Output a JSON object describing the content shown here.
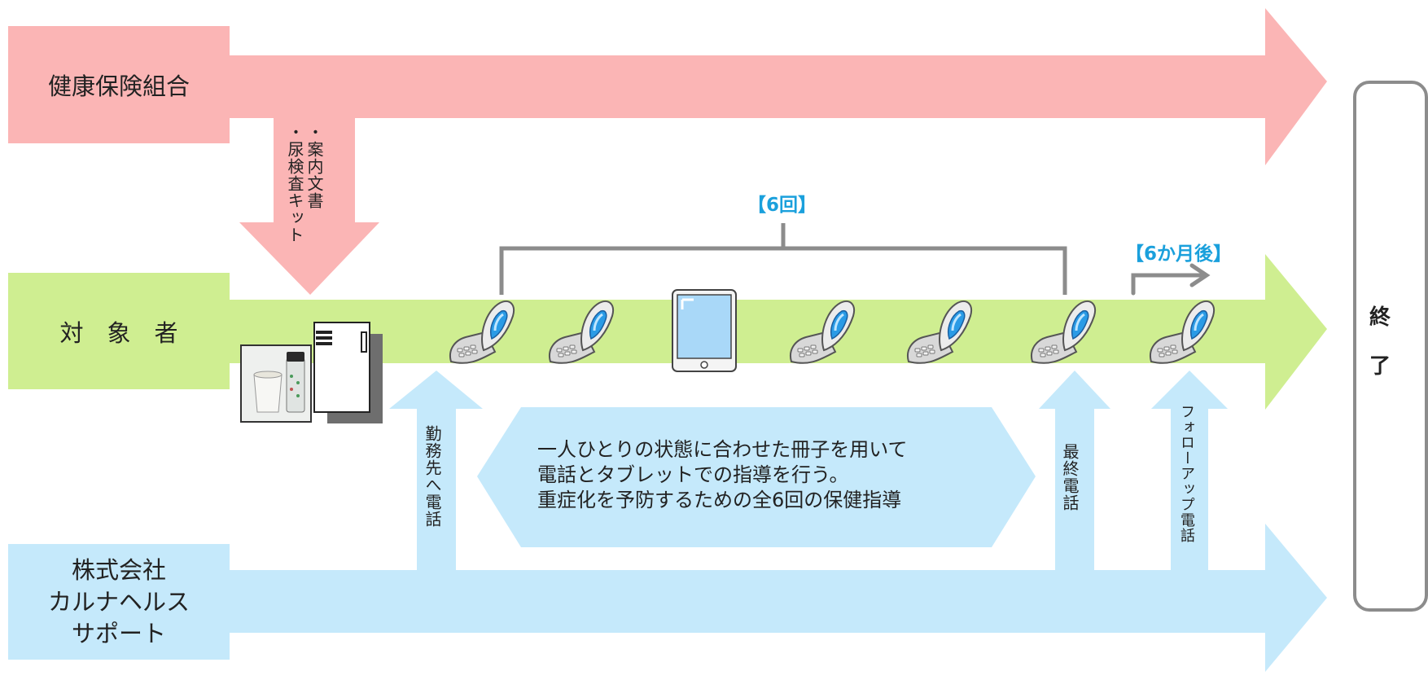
{
  "lanes": {
    "insurer": "健康保険組合",
    "subject": "対　象　者",
    "provider_line1": "株式会社",
    "provider_line2": "カルナヘルス",
    "provider_line3": "サポート"
  },
  "insurer_arrow_label_1": "・案内文書",
  "insurer_arrow_label_2": "・尿検査キット",
  "count_label": "【6回】",
  "followup_timing": "【6か月後】",
  "work_call_label": "勤務先へ電話",
  "final_call_label": "最終電話",
  "followup_call_label": "フォローアップ電話",
  "description_lines": [
    "一人ひとりの状態に合わせた冊子を用いて",
    "電話とタブレットでの指導を行う。",
    "重症化を予防するための全6回の保健指導"
  ],
  "end_label_1": "終",
  "end_label_2": "了",
  "colors": {
    "insurer": "#fbb5b5",
    "subject": "#cfee91",
    "provider": "#c5e9fb",
    "accent": "#1aa0dc",
    "bracket": "#8c8c8c"
  }
}
